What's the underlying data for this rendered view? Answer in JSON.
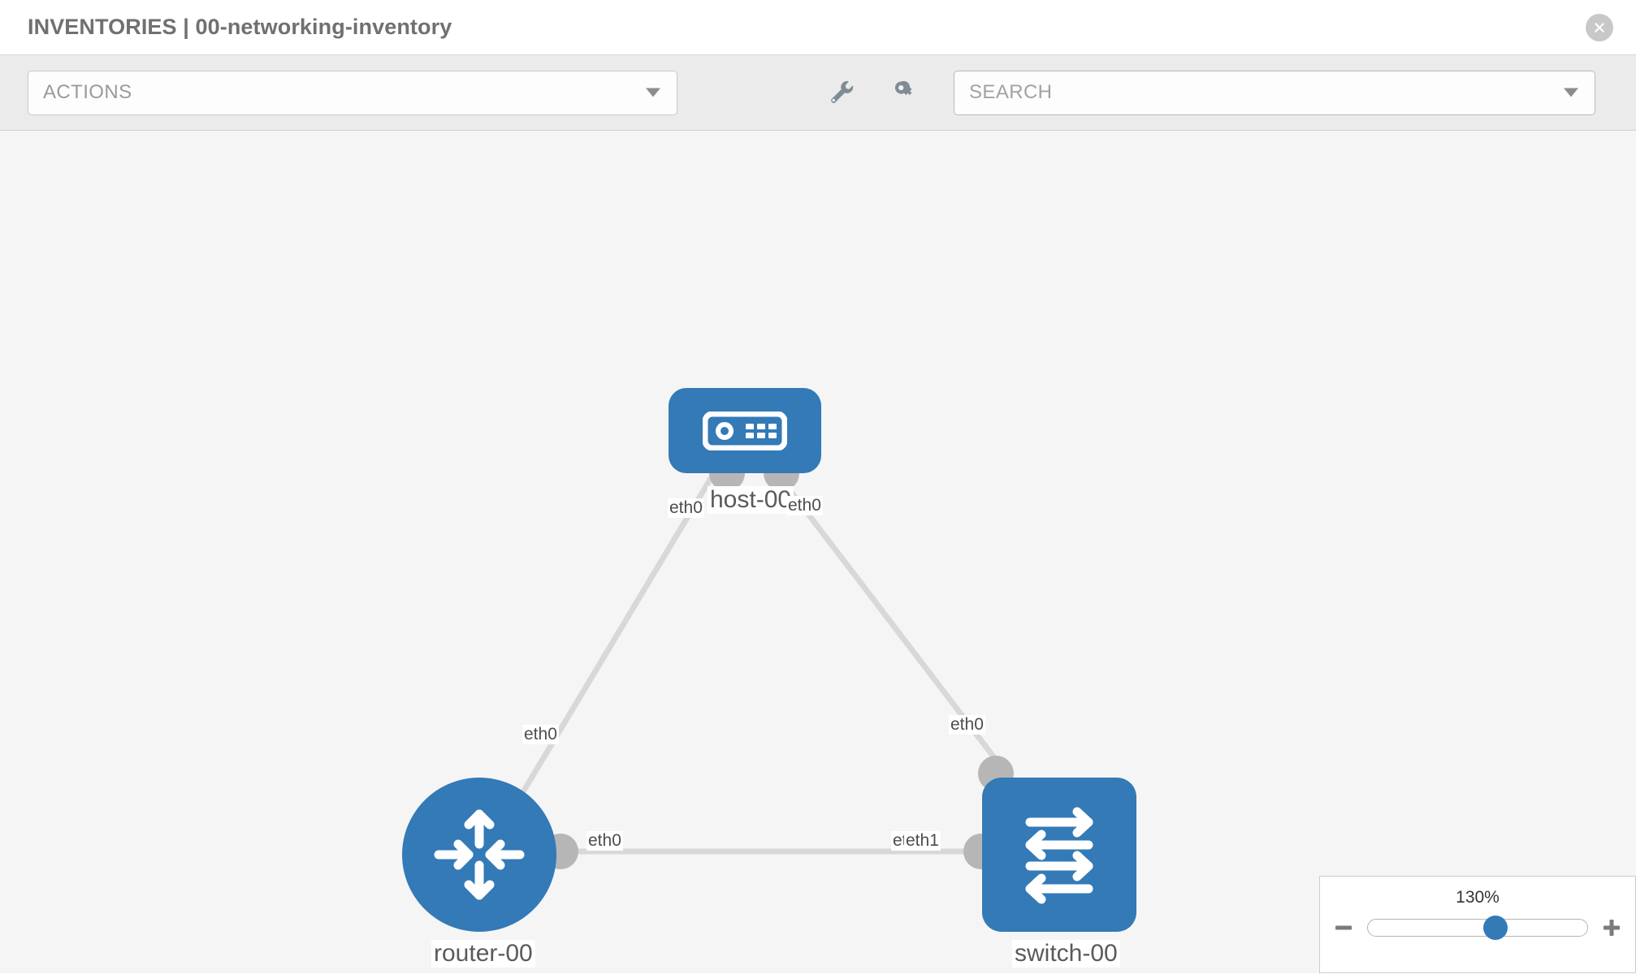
{
  "header": {
    "title": "INVENTORIES | 00-networking-inventory",
    "close_icon": "close-circle-icon"
  },
  "toolbar": {
    "actions_label": "ACTIONS",
    "actions_caret": "chevron-down-icon",
    "wrench_icon": "wrench-icon",
    "key_icon": "key-icon",
    "search_placeholder": "SEARCH",
    "search_caret": "chevron-down-icon"
  },
  "topology": {
    "nodes": [
      {
        "id": "host-00",
        "label": "host-00",
        "type": "host",
        "icon": "server-appliance-icon",
        "color": "#337ab7"
      },
      {
        "id": "router-00",
        "label": "router-00",
        "type": "router",
        "icon": "router-arrows-icon",
        "color": "#337ab7"
      },
      {
        "id": "switch-00",
        "label": "switch-00",
        "type": "switch",
        "icon": "switch-arrows-icon",
        "color": "#337ab7"
      }
    ],
    "edges": [
      {
        "from": "host-00",
        "to": "router-00",
        "from_label": "eth0",
        "to_label": "eth0"
      },
      {
        "from": "host-00",
        "to": "switch-00",
        "from_label": "eth0",
        "to_label": "eth0"
      },
      {
        "from": "router-00",
        "to": "switch-00",
        "from_label": "eth0",
        "to_label": "eth1",
        "overlap_label": "eth0"
      }
    ],
    "edge_labels": {
      "host_left": "eth0",
      "host_right": "eth0",
      "router_upper": "eth0",
      "switch_upper": "eth0",
      "router_right": "eth0",
      "switch_left_back": "eth0",
      "switch_left_front": "eth1"
    }
  },
  "zoom_control": {
    "value": "130%",
    "minus_label": "minus-icon",
    "plus_label": "plus-icon"
  },
  "colors": {
    "node_blue": "#337ab7",
    "canvas_bg": "#f5f5f5",
    "toolbar_bg": "#ebebeb",
    "edge_gray": "#d8d8d8",
    "stub_gray": "#b6b6b6"
  }
}
